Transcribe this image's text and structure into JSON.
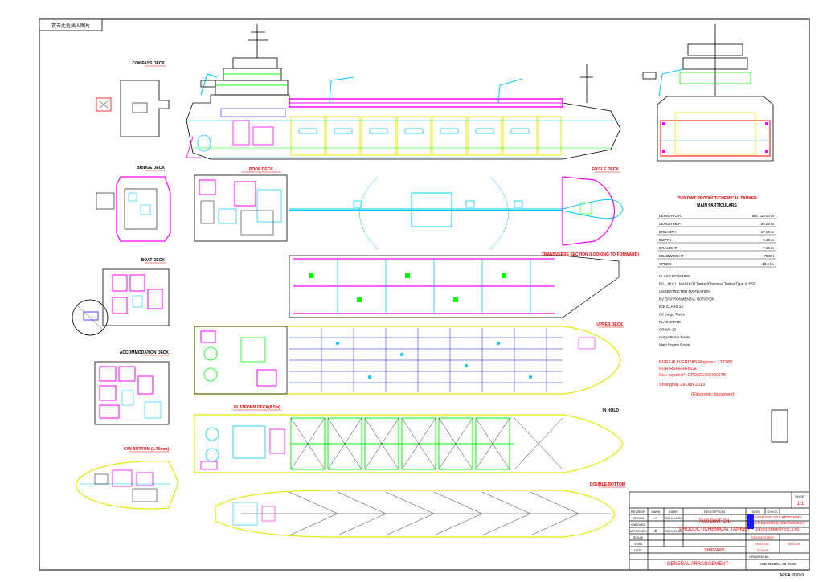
{
  "drawing": {
    "stamp": "双击此处插入图片",
    "area": "AREA: 830x9"
  },
  "view_labels": {
    "compass_deck": "COMPASS DECK",
    "bridge_deck": "BRIDGE DECK",
    "poop_deck": "POOP DECK",
    "fo_cle_deck": "FO'CLE DECK",
    "boat_deck": "BOAT DECK",
    "accommodation_deck": "ACCOMMODATION DECK",
    "upper_deck": "UPPER DECK",
    "platform_deck": "PLATFORM DECK(8.5m)",
    "in_hold": "IN HOLD",
    "double_bottom": "DOUBLE BOTTOM",
    "cw_bottom": "C/W BOTTOM (1.76mm)",
    "transverse_section": "TRANSVERSE SECTION (LOOKING TO FORWARD)"
  },
  "particulars": {
    "heading": "7500 DWT PRODUCT/CHEMICAL TANKER",
    "subheading": "MAIN PARTICULARS",
    "rows": [
      {
        "label": "LENGTH O.A.",
        "value": "abt. 115.00 m"
      },
      {
        "label": "LENGTH B.P.",
        "value": "109.00 m"
      },
      {
        "label": "BREADTH",
        "value": "17.60 m"
      },
      {
        "label": "DEPTH",
        "value": "9.40 m"
      },
      {
        "label": "DRAUGHT",
        "value": "7.20 m"
      },
      {
        "label": "DEADWEIGHT",
        "value": "7500 t"
      },
      {
        "label": "SPEED",
        "value": "13.0 kn"
      }
    ],
    "class_lines": [
      "CLASS NOTATION",
      "BV I, HULL, MACH Oil Tanker/Chemical Tanker Type II, ESP",
      "UNRESTRICTED NAVIGATION",
      "BV ENVIRONMENTAL NOTATION",
      "ICE CLASS 1A",
      "Oil Cargo Tanks",
      "FLAG STATE",
      "CREW: 20",
      "Cargo Pump Room",
      "Main Engine Room"
    ]
  },
  "approval": {
    "line1": "BUREAU VERITAS Register: 17778V",
    "line2": "FOR REFERENCE",
    "line3": "See report n°: CPO/CE/XXXXXTA",
    "line4": "Shanghai, 29-Jun-2013",
    "line5": "(Electronic document)"
  },
  "title_block": {
    "sheet_label": "SHEET",
    "sheet_no": "1/1",
    "rev_col": "REVISION",
    "mark_col": "MARK",
    "date_col": "DATE",
    "desc_col": "DESCRIPTION",
    "sign_col": "SIGN",
    "check_col": "CHECK",
    "rev_mark": "A",
    "rev_date": "2013-06-29",
    "rev_b_mark": "B",
    "rev_b_date": "2013-09-03",
    "designed": "DESIGN",
    "checked": "CHECKED",
    "approved": "APPROVED",
    "scale_label": "SCALE",
    "scale": "1:250",
    "date_label": "DATE",
    "ship_title_1": "7500 DWT OIL",
    "ship_title_2": "PRODUCT/CHEMICAL TANKER",
    "yard_label": "SHIPYARD",
    "drawing_name_1": "GENERAL ARRANGEMENT",
    "company_1": "SANDONG KEY BROTHERS",
    "company_2": "SHIP DESIGN & TECHNOLOGY",
    "company_3": "DEVELOPMENT CO., LTD.",
    "design_stage_label": "DESIGN STAGE",
    "hull_no_label": "HULL NO.",
    "hull_no": "BT0100",
    "yard_no": "SY1040",
    "drawing_no_label": "DRAWING No.",
    "drawing_no": "SKB-7500GA-00-00-01"
  },
  "colors": {
    "magenta": "#ff00ff",
    "cyan": "#00c8ff",
    "green": "#00ff00",
    "yellow": "#e8e800",
    "red": "#ff0000",
    "blue": "#1a1aff",
    "black": "#000000"
  }
}
